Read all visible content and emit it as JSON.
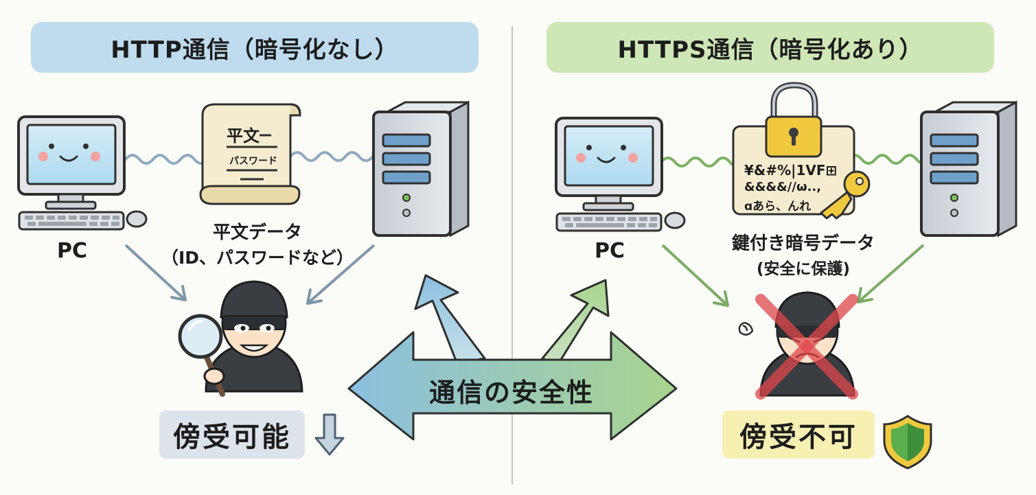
{
  "left": {
    "title": "HTTP通信（暗号化なし）",
    "pc_label": "PC",
    "doc_line1": "平文",
    "doc_line2": "パスワード",
    "data_label": "平文データ",
    "data_sublabel": "（ID、パスワードなど）",
    "result": "傍受可能"
  },
  "right": {
    "title": "HTTPS通信（暗号化あり）",
    "pc_label": "PC",
    "cipher_line1": "¥&#%|1VF⊞",
    "cipher_line2": "&&&&//ω..,",
    "cipher_line3": "ɑあら、んれ",
    "data_label": "鍵付き暗号データ",
    "data_sublabel": "(安全に保護)",
    "result": "傍受不可"
  },
  "center_label": "通信の安全性",
  "colors": {
    "http_banner": "#bfdcef",
    "https_banner": "#cfe6b6",
    "http_result_bg": "#dde3ea",
    "https_result_bg": "#f6f0b3",
    "arrow_blue": "#8cbfe0",
    "arrow_green": "#a9d48e"
  },
  "icons": [
    "monitor-icon",
    "keyboard-icon",
    "mouse-icon",
    "scroll-document-icon",
    "server-tower-icon",
    "hacker-icon",
    "magnifier-icon",
    "padlock-icon",
    "key-icon",
    "cross-mark-icon",
    "shield-icon",
    "down-arrow-icon"
  ]
}
